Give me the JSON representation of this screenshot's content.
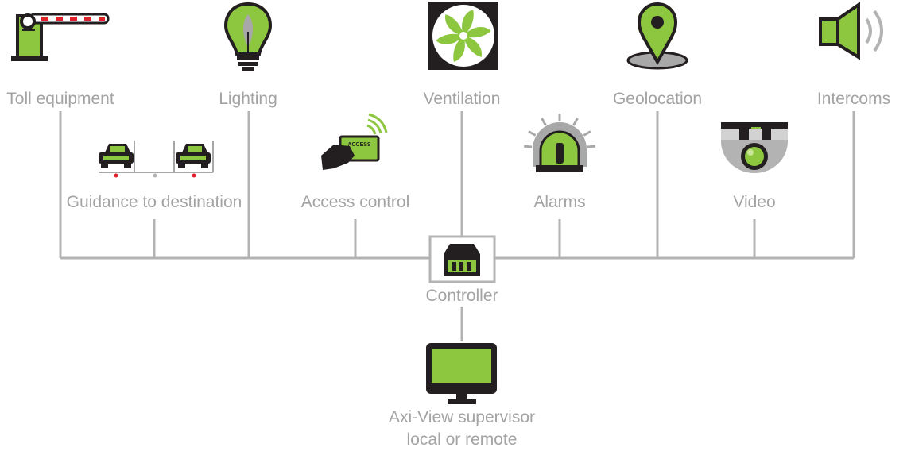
{
  "labels": {
    "toll": "Toll equipment",
    "lighting": "Lighting",
    "ventilation": "Ventilation",
    "geolocation": "Geolocation",
    "intercoms": "Intercoms",
    "guidance": "Guidance to destination",
    "access": "Access control",
    "alarms": "Alarms",
    "video": "Video",
    "controller": "Controller",
    "supervisor_line1": "Axi-View supervisor",
    "supervisor_line2": "local or remote"
  },
  "access_card_text": "ACCESS",
  "icons": {
    "toll": "toll-barrier-icon",
    "lighting": "light-bulb-icon",
    "ventilation": "fan-icon",
    "geolocation": "map-pin-icon",
    "intercoms": "speaker-icon",
    "guidance": "parking-cars-icon",
    "access": "access-card-icon",
    "alarms": "alarm-beacon-icon",
    "video": "dome-camera-icon",
    "controller": "controller-icon",
    "supervisor": "monitor-icon"
  },
  "colors": {
    "accent": "#8dc63f",
    "dark": "#231f20",
    "line": "#b3b3b3",
    "label": "#a3a3a3"
  }
}
